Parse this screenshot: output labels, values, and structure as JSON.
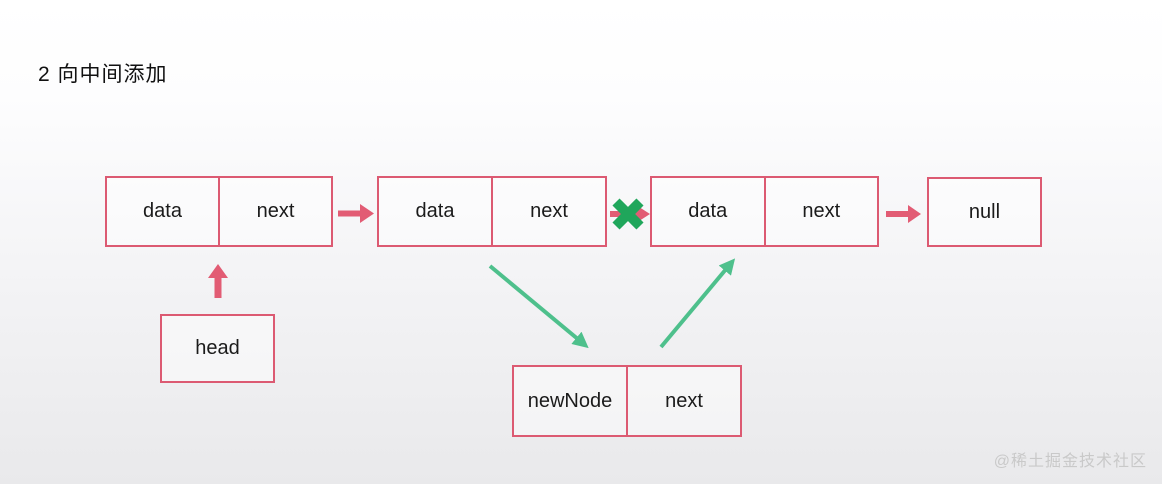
{
  "title": "2 向中间添加",
  "watermark": "@稀土掘金技术社区",
  "diagram": {
    "node1": {
      "cells": [
        "data",
        "next"
      ]
    },
    "node2": {
      "cells": [
        "data",
        "next"
      ]
    },
    "node3": {
      "cells": [
        "data",
        "next"
      ]
    },
    "null_box": {
      "label": "null"
    },
    "head_box": {
      "label": "head"
    },
    "new_node": {
      "cells": [
        "newNode",
        "next"
      ]
    },
    "edges": [
      {
        "from": "node1.next",
        "to": "node2",
        "style": "pink-arrow"
      },
      {
        "from": "node2.next",
        "to": "node3",
        "style": "pink-arrow-broken",
        "note": "link crossed out with green X"
      },
      {
        "from": "node3.next",
        "to": "null",
        "style": "pink-arrow"
      },
      {
        "from": "head",
        "to": "node1",
        "style": "pink-arrow-up"
      },
      {
        "from": "node2",
        "to": "newNode",
        "style": "green-arrow"
      },
      {
        "from": "newNode.next",
        "to": "node3",
        "style": "green-arrow"
      }
    ],
    "colors": {
      "box_border": "#dc5a72",
      "pink_arrow": "#e25c74",
      "green_arrow": "#4ec08c",
      "cross_green": "#1fa65b",
      "text": "#1b1b1b",
      "watermark": "#c9c9c9"
    }
  }
}
